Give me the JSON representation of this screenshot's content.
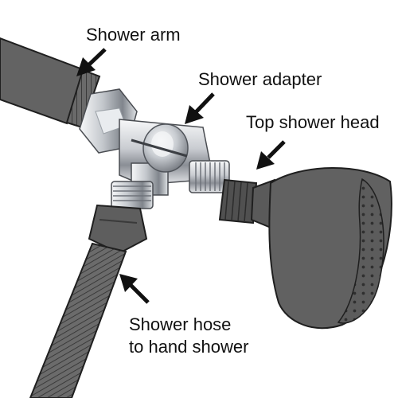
{
  "labels": {
    "shower_arm": "Shower arm",
    "shower_adapter": "Shower adapter",
    "top_shower_head": "Top shower head",
    "shower_hose_line1": "Shower hose",
    "shower_hose_line2": "to hand shower"
  },
  "colors": {
    "part_gray": "#5f5f5f",
    "part_dark": "#3e3e3e",
    "chrome_light": "#eef0f2",
    "chrome_mid": "#b8bcc2",
    "chrome_dark": "#7d8188",
    "arrow": "#111111"
  }
}
